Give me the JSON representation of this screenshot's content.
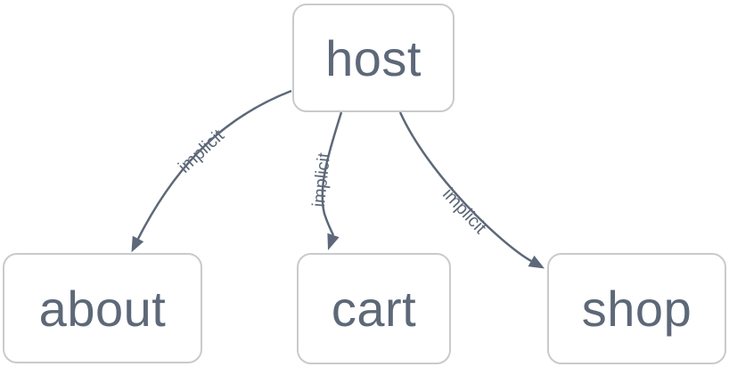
{
  "diagram": {
    "type": "flowchart",
    "direction": "top-down",
    "nodes": [
      {
        "id": "host",
        "label": "host"
      },
      {
        "id": "about",
        "label": "about"
      },
      {
        "id": "cart",
        "label": "cart"
      },
      {
        "id": "shop",
        "label": "shop"
      }
    ],
    "edges": [
      {
        "from": "host",
        "to": "about",
        "label": "implicit",
        "arrow": "arrowhead"
      },
      {
        "from": "host",
        "to": "cart",
        "label": "implicit",
        "arrow": "arrowhead"
      },
      {
        "from": "host",
        "to": "shop",
        "label": "implicit",
        "arrow": "arrowhead"
      }
    ],
    "colors": {
      "background": "#ffffff",
      "node_fill": "#ffffff",
      "node_border": "#c9cacc",
      "node_text": "#5d6878",
      "edge_stroke": "#5d6878",
      "edge_label_text": "#5d6878"
    }
  }
}
